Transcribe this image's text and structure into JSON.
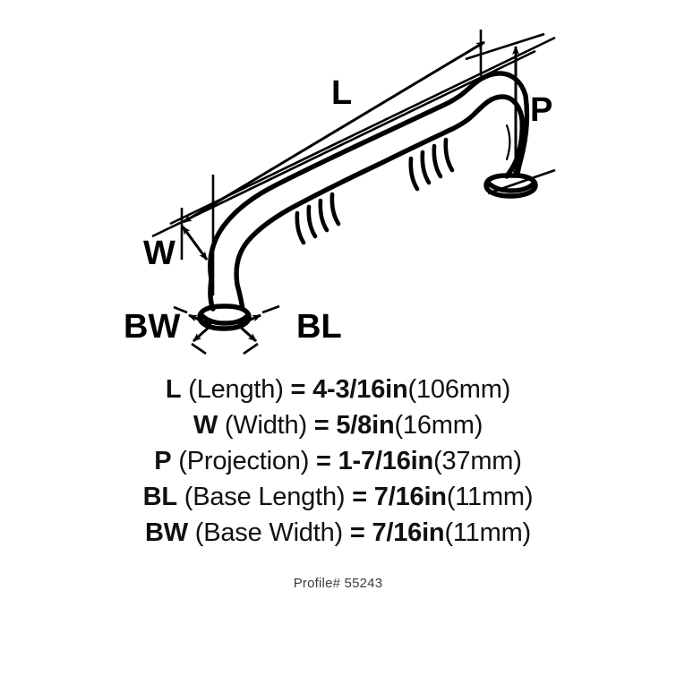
{
  "drawing": {
    "alt": "Technical line drawing of an arched cabinet pull handle shown at an angle with dimension callouts",
    "dimension_labels": [
      {
        "key": "L",
        "text": "L"
      },
      {
        "key": "W",
        "text": "W"
      },
      {
        "key": "P",
        "text": "P"
      },
      {
        "key": "BW",
        "text": "BW"
      },
      {
        "key": "BL",
        "text": "BL"
      }
    ],
    "line_color": "#000000",
    "background_color": "#ffffff"
  },
  "specs": [
    {
      "symbol": "L",
      "name": " (Length)",
      "equals": " = ",
      "value": "4-3/16in",
      "metric": "(106mm)"
    },
    {
      "symbol": "W",
      "name": " (Width)",
      "equals": " = ",
      "value": "5/8in",
      "metric": "(16mm)"
    },
    {
      "symbol": "P",
      "name": " (Projection)",
      "equals": " = ",
      "value": "1-7/16in",
      "metric": "(37mm)"
    },
    {
      "symbol": "BL",
      "name": " (Base Length)",
      "equals": " = ",
      "value": "7/16in",
      "metric": "(11mm)"
    },
    {
      "symbol": "BW",
      "name": " (Base Width)",
      "equals": " = ",
      "value": "7/16in",
      "metric": "(11mm)"
    }
  ],
  "footer": {
    "profile": "Profile# 55243"
  }
}
